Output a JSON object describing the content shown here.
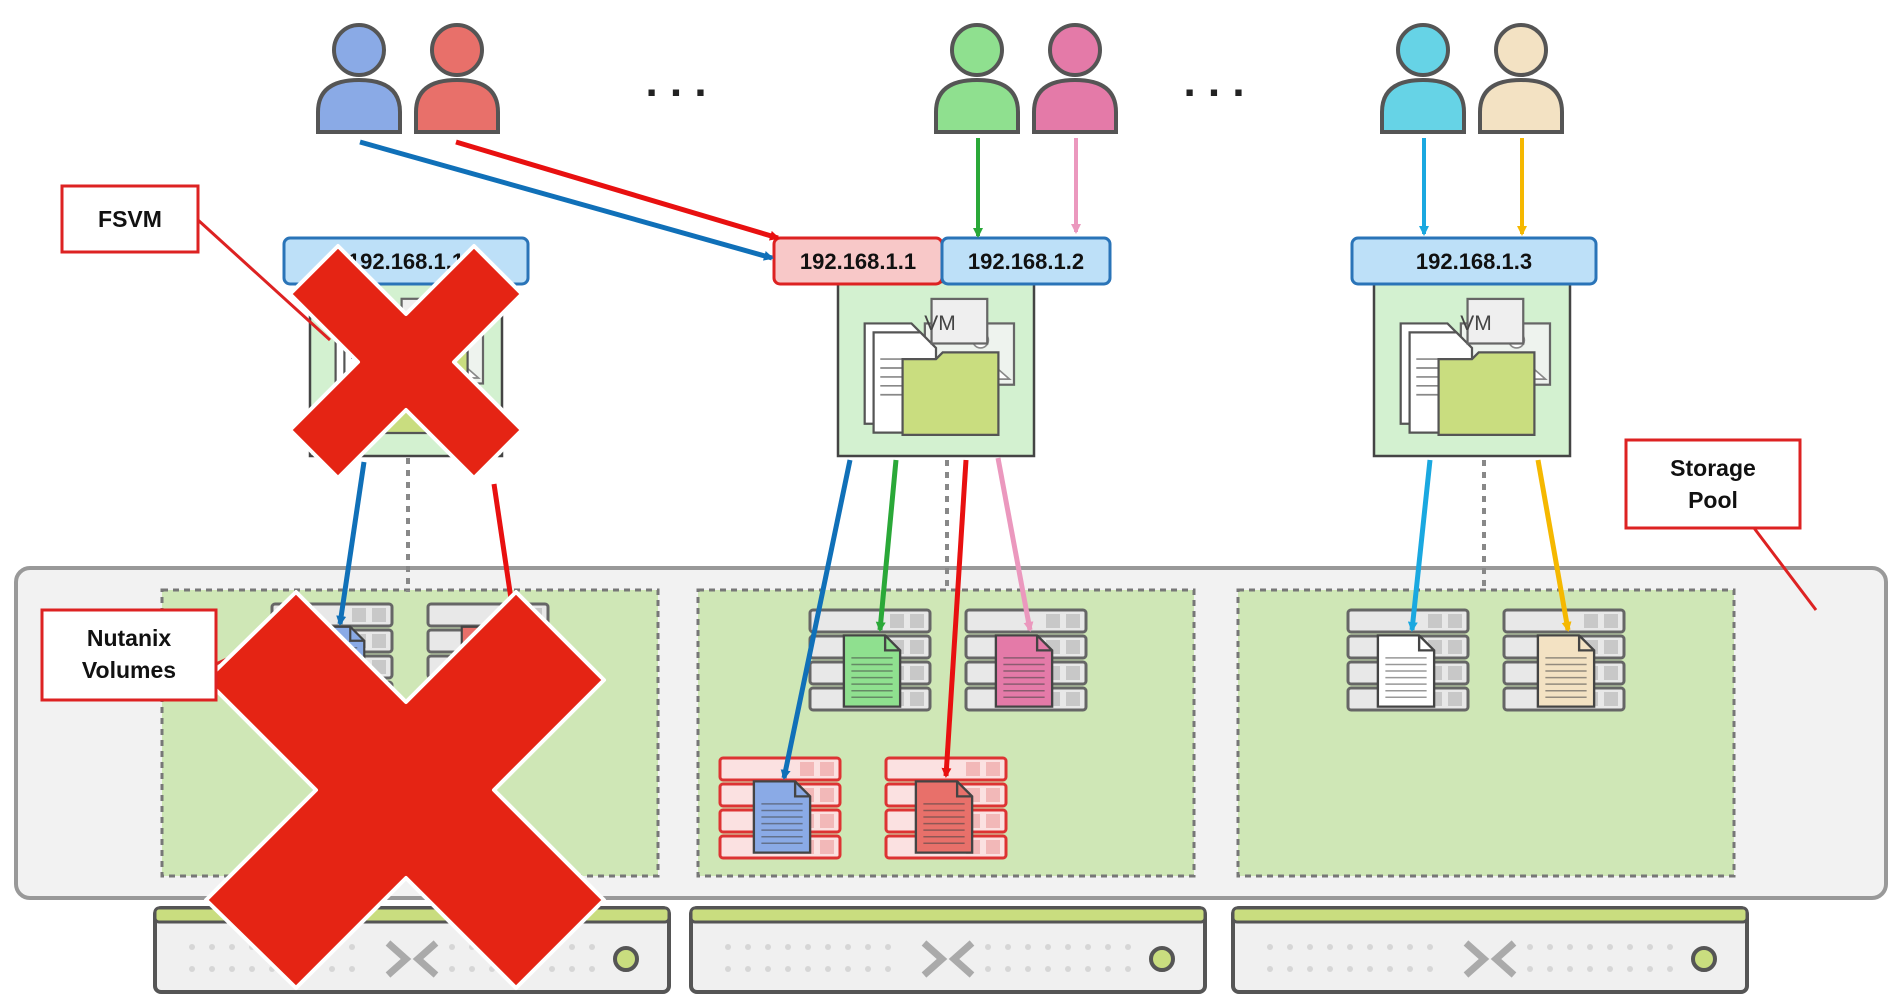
{
  "labels": {
    "fsvm": "FSVM",
    "volumes_line1": "Nutanix",
    "volumes_line2": "Volumes",
    "storage_line1": "Storage",
    "storage_line2": "Pool",
    "vm_badge": "VM",
    "ellipsis": ". . ."
  },
  "ip_addresses": {
    "node1": "192.168.1.1",
    "node1_migrated": "192.168.1.1",
    "node2": "192.168.1.2",
    "node3": "192.168.1.3"
  },
  "colors": {
    "user_blue": "#8aaae6",
    "user_red": "#e8706a",
    "user_green": "#8fe08f",
    "user_pink": "#e47aa8",
    "user_cyan": "#66d3e6",
    "user_beige": "#f3e2c3",
    "arrow_blue": "#1070b8",
    "arrow_red": "#e81010",
    "arrow_green": "#2aa838",
    "arrow_pink": "#eb98be",
    "arrow_cyan": "#1aa8e0",
    "arrow_yellow": "#f5b800",
    "failure_x": "#e52414",
    "ip_box": "#bde0f8",
    "ip_box_failed": "#f8c8c8",
    "volume_group_fill": "#cfe7b6",
    "storage_pool_fill": "#f2f2f2"
  },
  "icons": [
    "user-icon",
    "file-icon",
    "image-icon",
    "folder-icon",
    "vm-icon",
    "disk-stack-icon",
    "server-icon",
    "failure-x-icon"
  ]
}
